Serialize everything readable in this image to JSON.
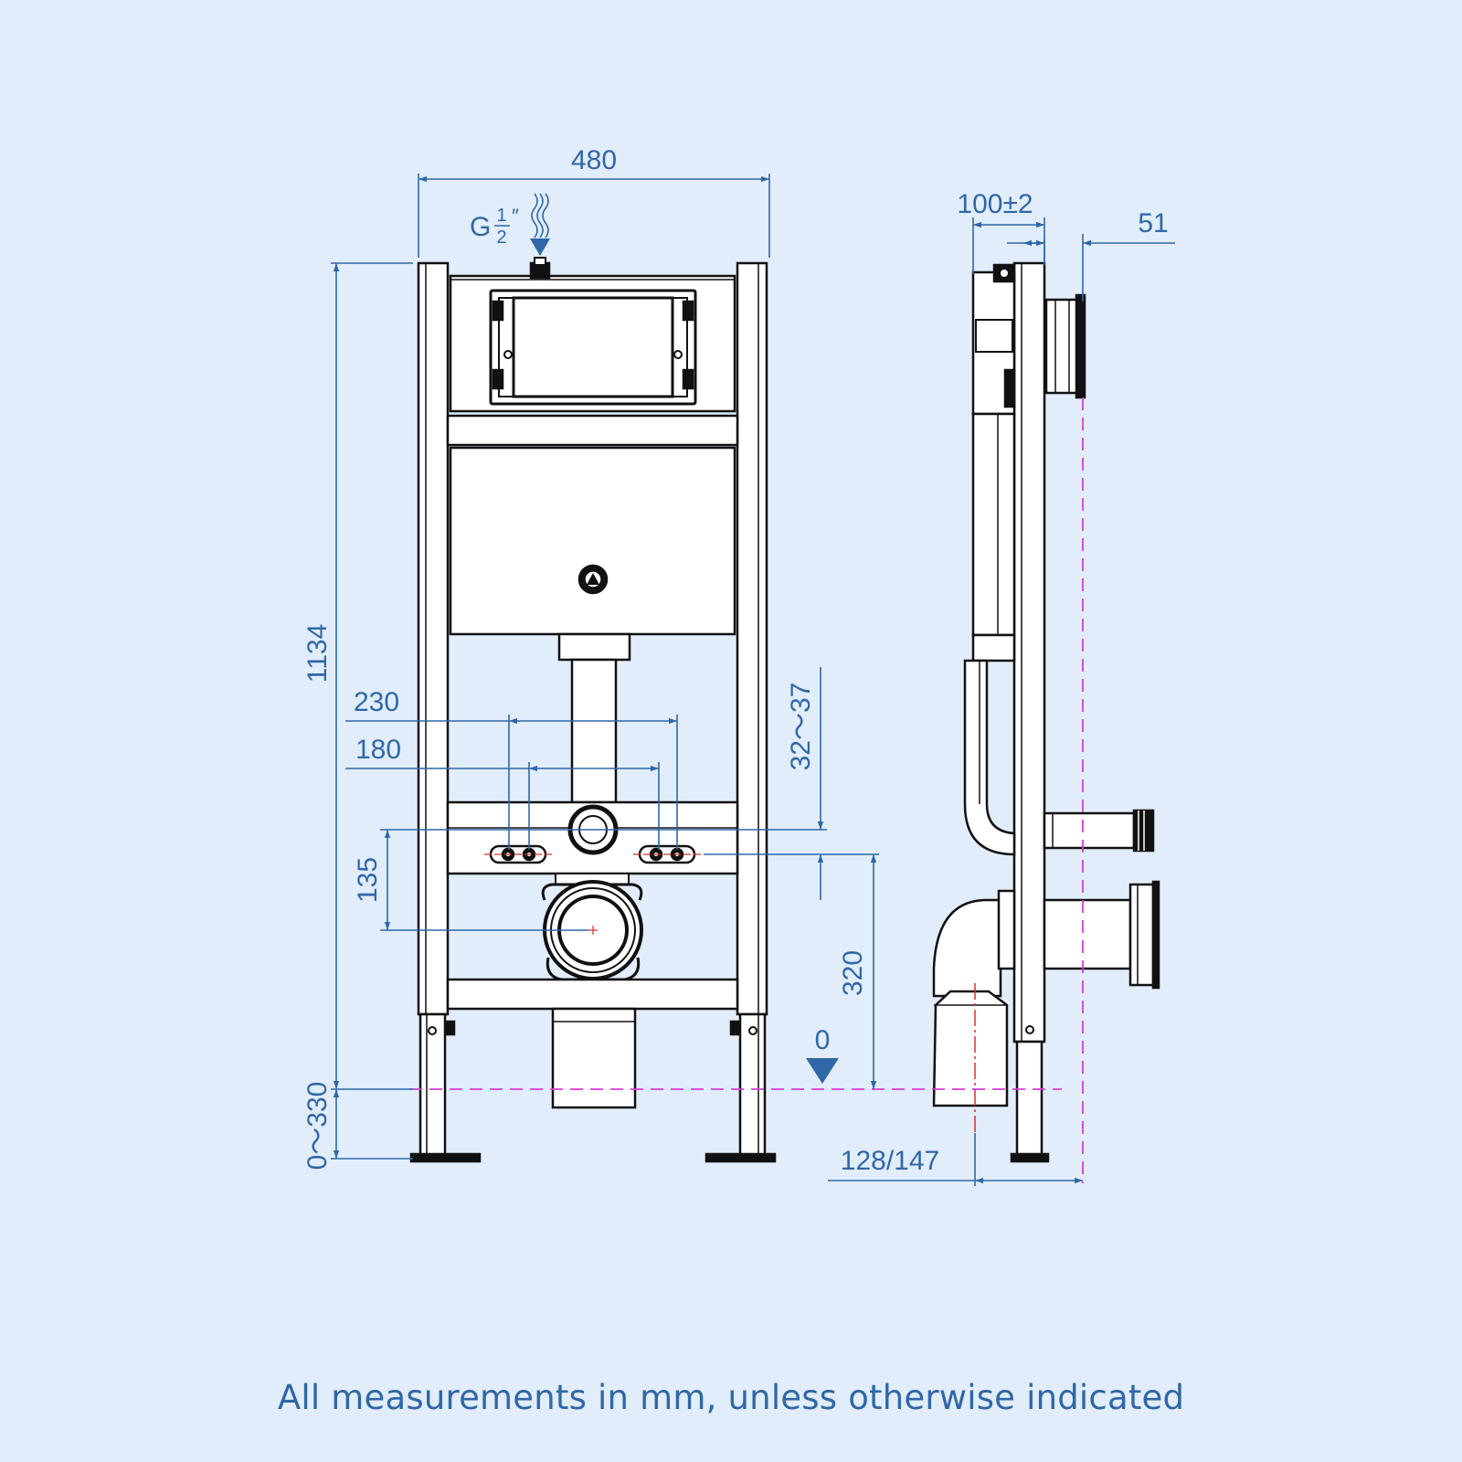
{
  "colors": {
    "background": "#e1edfa",
    "dimension": "#2f67a8",
    "outline": "#111111",
    "body_fill": "#ffffff",
    "reference_line": "#d63dd6"
  },
  "labels": {
    "width": "480",
    "inlet_prefix": "G",
    "inlet_num": "1",
    "inlet_den": "2",
    "inlet_suffix": "″",
    "height": "1134",
    "bolt_outer": "230",
    "bolt_inner": "180",
    "bolt_offset": "32～37",
    "bolt_to_outlet": "135",
    "outlet_height": "320",
    "floor_zero": "0",
    "leg_adjust": "0～330",
    "depth": "100±2",
    "protrusion": "51",
    "outlet_offset": "128/147"
  },
  "caption": "All measurements in mm, unless otherwise indicated"
}
